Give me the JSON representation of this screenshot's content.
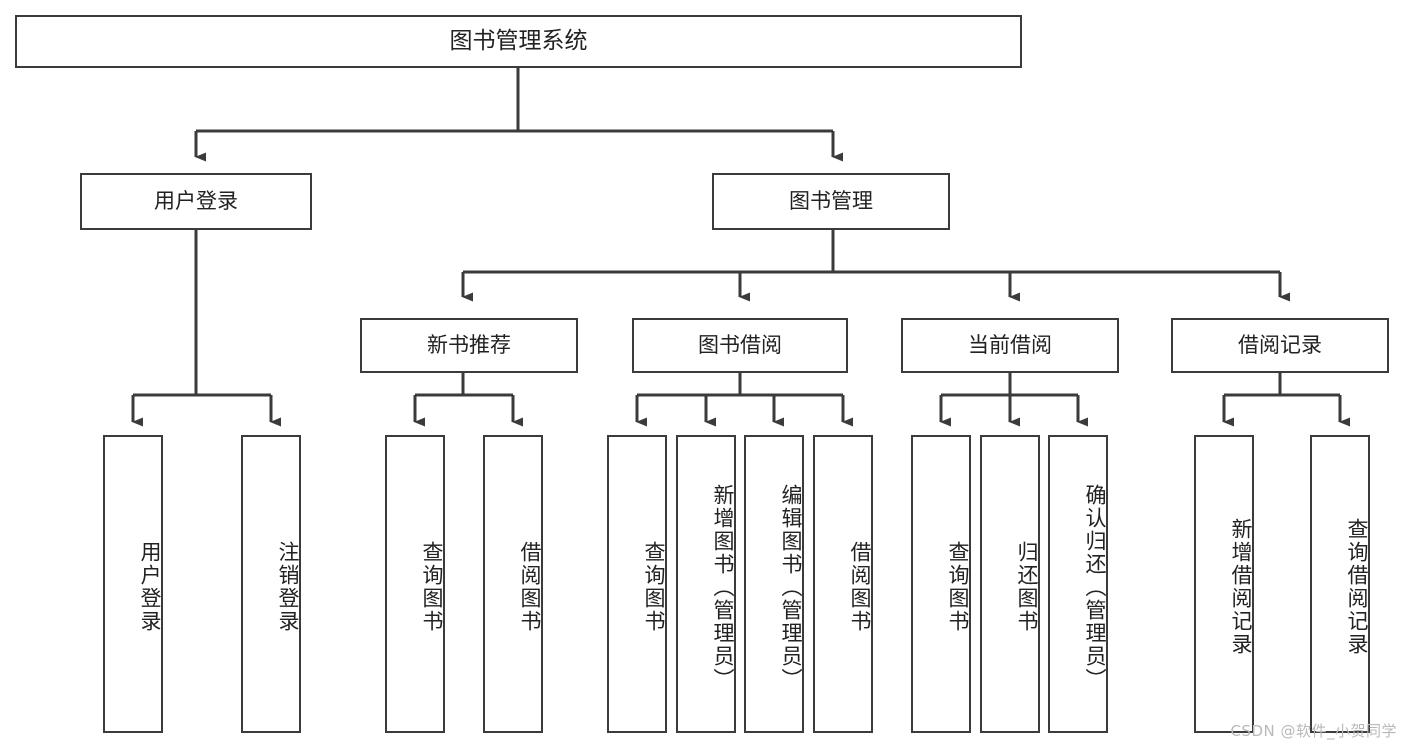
{
  "diagram": {
    "title": "图书管理系统",
    "type": "tree-hierarchy",
    "orientation": "top-down",
    "colors": {
      "background": "#ffffff",
      "box_border": "#3b3b3b",
      "box_fill": "#ffffff",
      "connector": "#3b3b3b",
      "text": "#222222",
      "watermark": "#b9b9b9"
    },
    "watermark": "CSDN @软件_小贺同学",
    "nodes": {
      "root": {
        "label": "图书管理系统",
        "level": 1
      },
      "user_login": {
        "label": "用户登录",
        "level": 2
      },
      "book_manage": {
        "label": "图书管理",
        "level": 2
      },
      "new_book_rec": {
        "label": "新书推荐",
        "level": 3
      },
      "book_borrow": {
        "label": "图书借阅",
        "level": 3
      },
      "current_borrow": {
        "label": "当前借阅",
        "level": 3
      },
      "borrow_record": {
        "label": "借阅记录",
        "level": 3
      },
      "leaf_user_login": {
        "label": "用户登录",
        "level": 4
      },
      "leaf_logout": {
        "label": "注销登录",
        "level": 4
      },
      "leaf_query_book_1": {
        "label": "查询图书",
        "level": 4
      },
      "leaf_borrow_book_1": {
        "label": "借阅图书",
        "level": 4
      },
      "leaf_query_book_2": {
        "label": "查询图书",
        "level": 4
      },
      "leaf_add_book": {
        "label": "新增图书（管理员）",
        "level": 4
      },
      "leaf_edit_book": {
        "label": "编辑图书（管理员）",
        "level": 4
      },
      "leaf_borrow_book_2": {
        "label": "借阅图书",
        "level": 4
      },
      "leaf_query_book_3": {
        "label": "查询图书",
        "level": 4
      },
      "leaf_return_book": {
        "label": "归还图书",
        "level": 4
      },
      "leaf_confirm_return": {
        "label": "确认归还（管理员）",
        "level": 4
      },
      "leaf_add_record": {
        "label": "新增借阅记录",
        "level": 4
      },
      "leaf_query_record": {
        "label": "查询借阅记录",
        "level": 4
      }
    },
    "edges": [
      {
        "from": "root",
        "to": "user_login"
      },
      {
        "from": "root",
        "to": "book_manage"
      },
      {
        "from": "user_login",
        "to": "leaf_user_login"
      },
      {
        "from": "user_login",
        "to": "leaf_logout"
      },
      {
        "from": "book_manage",
        "to": "new_book_rec"
      },
      {
        "from": "book_manage",
        "to": "book_borrow"
      },
      {
        "from": "book_manage",
        "to": "current_borrow"
      },
      {
        "from": "book_manage",
        "to": "borrow_record"
      },
      {
        "from": "new_book_rec",
        "to": "leaf_query_book_1"
      },
      {
        "from": "new_book_rec",
        "to": "leaf_borrow_book_1"
      },
      {
        "from": "book_borrow",
        "to": "leaf_query_book_2"
      },
      {
        "from": "book_borrow",
        "to": "leaf_add_book"
      },
      {
        "from": "book_borrow",
        "to": "leaf_edit_book"
      },
      {
        "from": "book_borrow",
        "to": "leaf_borrow_book_2"
      },
      {
        "from": "current_borrow",
        "to": "leaf_query_book_3"
      },
      {
        "from": "current_borrow",
        "to": "leaf_return_book"
      },
      {
        "from": "current_borrow",
        "to": "leaf_confirm_return"
      },
      {
        "from": "borrow_record",
        "to": "leaf_add_record"
      },
      {
        "from": "borrow_record",
        "to": "leaf_query_record"
      }
    ]
  }
}
